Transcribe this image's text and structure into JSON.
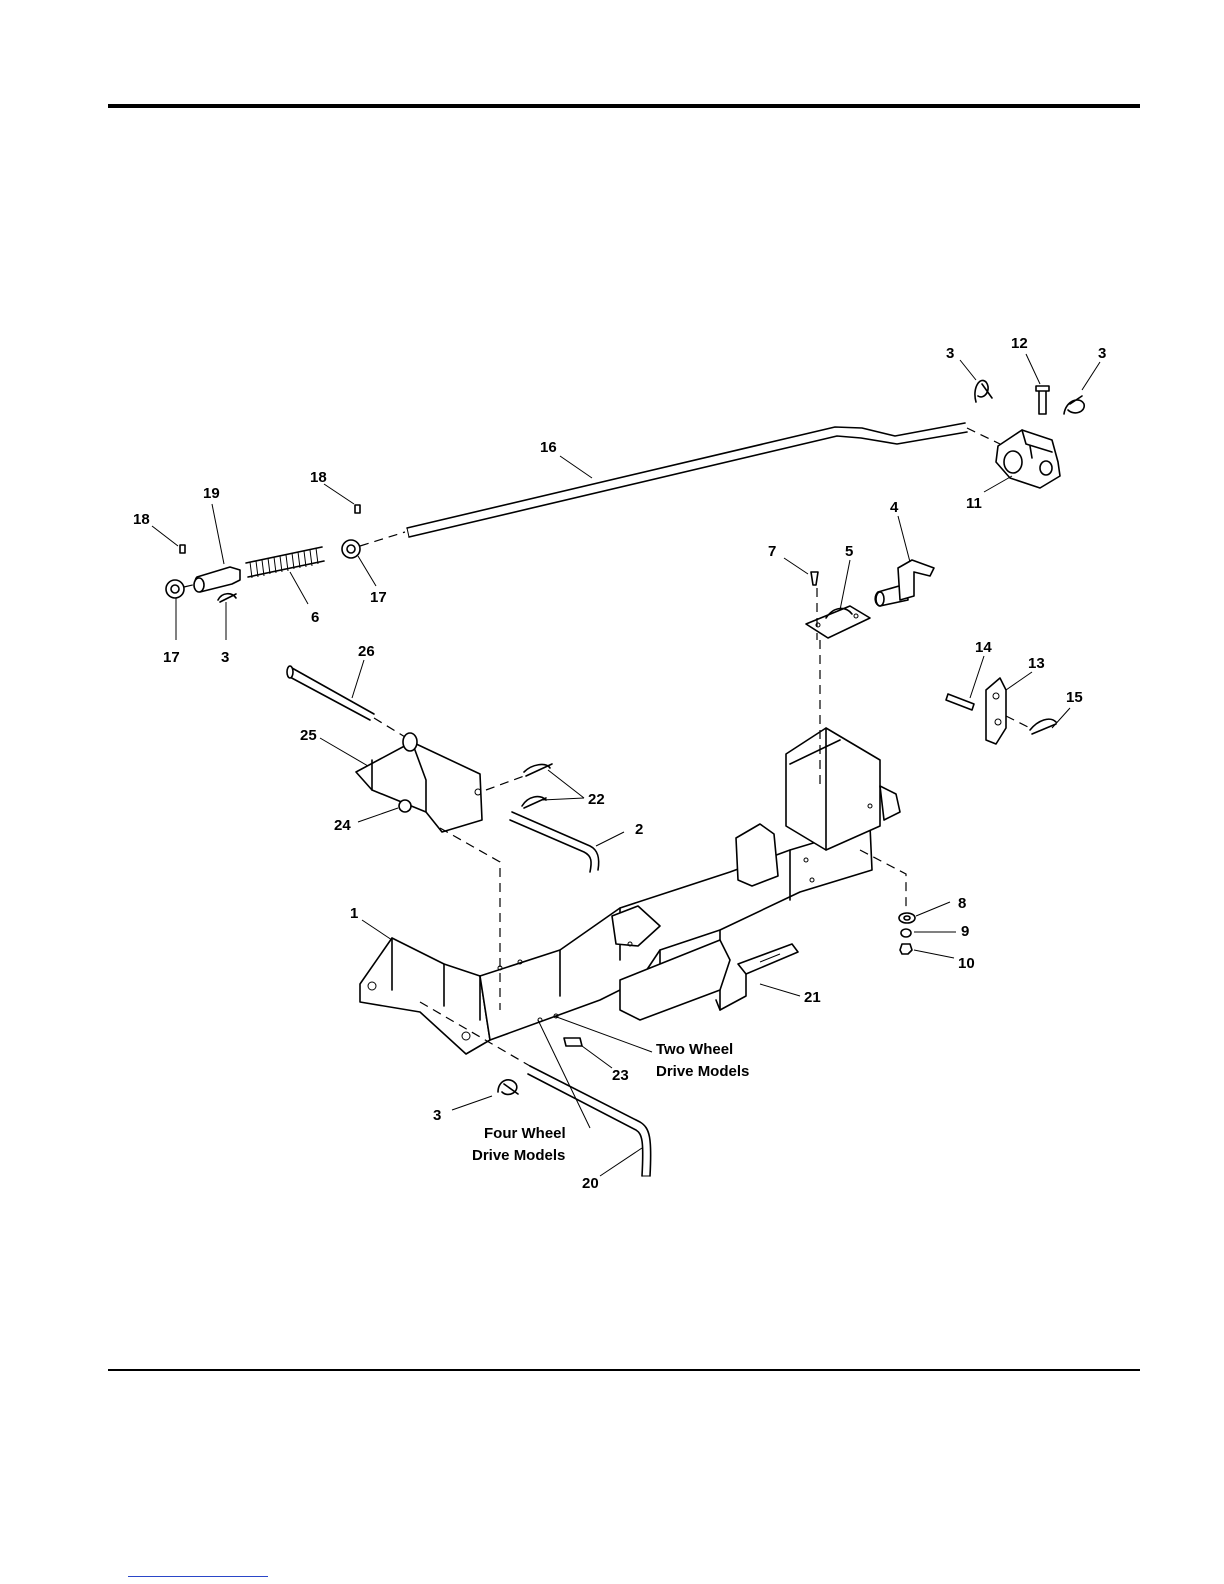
{
  "diagram": {
    "callouts": [
      {
        "id": "c3a",
        "label": "3"
      },
      {
        "id": "c12",
        "label": "12"
      },
      {
        "id": "c3b",
        "label": "3"
      },
      {
        "id": "c16",
        "label": "16"
      },
      {
        "id": "c11",
        "label": "11"
      },
      {
        "id": "c18a",
        "label": "18"
      },
      {
        "id": "c19",
        "label": "19"
      },
      {
        "id": "c18b",
        "label": "18"
      },
      {
        "id": "c17a",
        "label": "17"
      },
      {
        "id": "c6",
        "label": "6"
      },
      {
        "id": "c17b",
        "label": "17"
      },
      {
        "id": "c3c",
        "label": "3"
      },
      {
        "id": "c7",
        "label": "7"
      },
      {
        "id": "c5",
        "label": "5"
      },
      {
        "id": "c4",
        "label": "4"
      },
      {
        "id": "c26",
        "label": "26"
      },
      {
        "id": "c14",
        "label": "14"
      },
      {
        "id": "c13",
        "label": "13"
      },
      {
        "id": "c15",
        "label": "15"
      },
      {
        "id": "c25",
        "label": "25"
      },
      {
        "id": "c22",
        "label": "22"
      },
      {
        "id": "c24",
        "label": "24"
      },
      {
        "id": "c2",
        "label": "2"
      },
      {
        "id": "c1",
        "label": "1"
      },
      {
        "id": "c8",
        "label": "8"
      },
      {
        "id": "c9",
        "label": "9"
      },
      {
        "id": "c10",
        "label": "10"
      },
      {
        "id": "c21",
        "label": "21"
      },
      {
        "id": "c23",
        "label": "23"
      },
      {
        "id": "c3d",
        "label": "3"
      },
      {
        "id": "c20",
        "label": "20"
      }
    ],
    "notes": {
      "two_wheel_line1": "Two Wheel",
      "two_wheel_line2": "Drive Models",
      "four_wheel_line1": "Four Wheel",
      "four_wheel_line2": "Drive Models"
    }
  }
}
